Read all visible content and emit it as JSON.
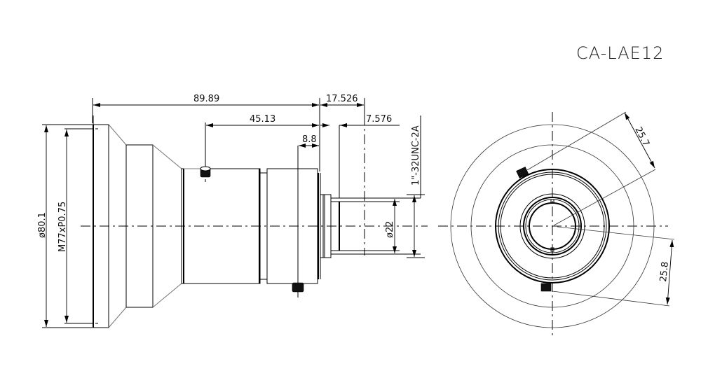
{
  "title": "CA-LAE12",
  "side_view": {
    "dimensions": {
      "overall_length": "89.89",
      "back_focal": "17.526",
      "body_length": "45.13",
      "flange_to_mount": "7.576",
      "ring_offset": "8.8",
      "front_diameter": "ø80.1",
      "filter_thread": "M77xP0.75",
      "mount_thread": "1\"-32UNC-2A",
      "rear_diameter": "ø22"
    }
  },
  "front_view": {
    "dimensions": {
      "upper_screw_radius": "25.7",
      "lower_screw_radius": "25.8"
    }
  }
}
